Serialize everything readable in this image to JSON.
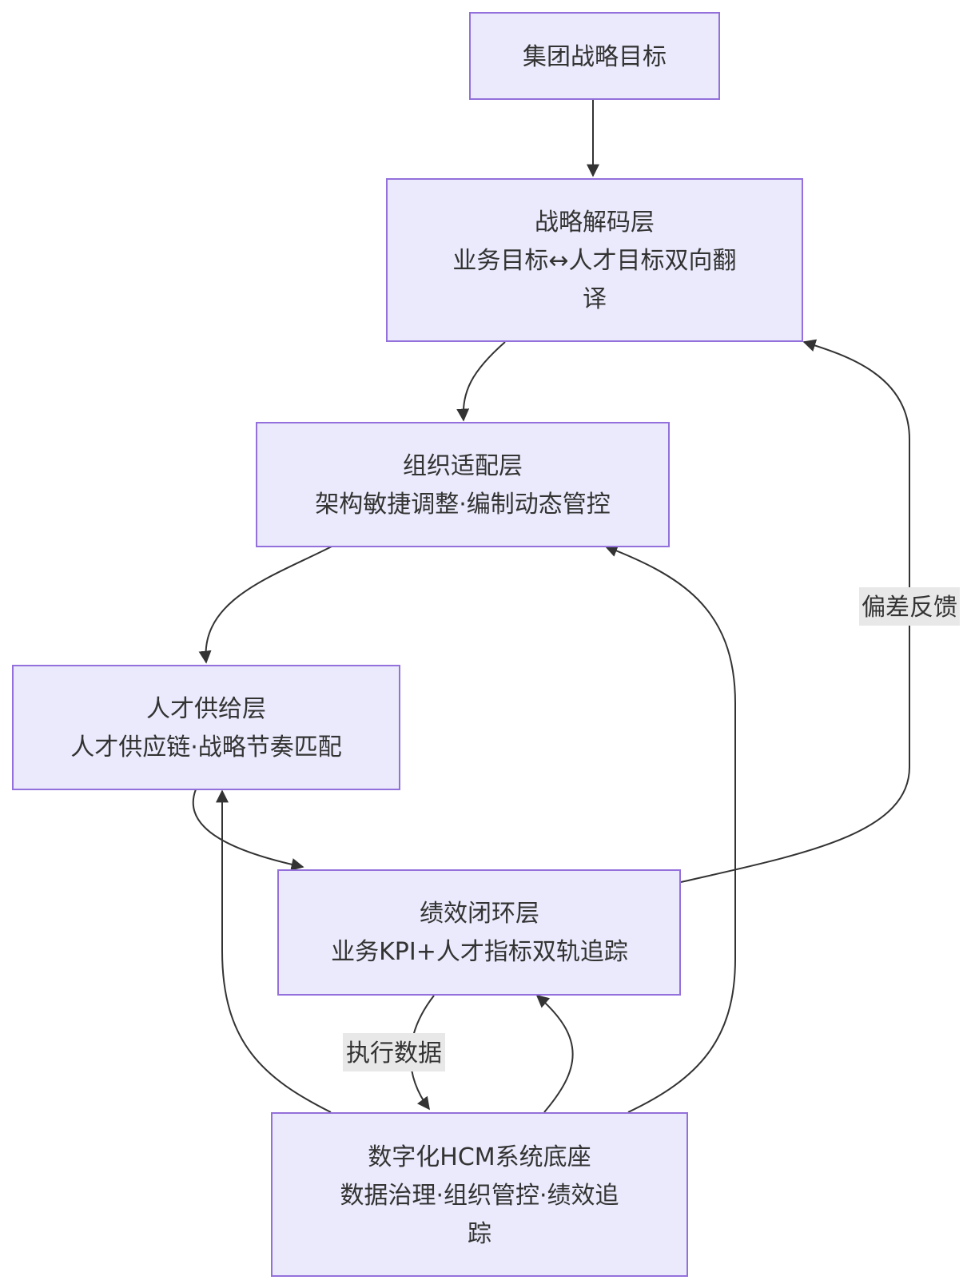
{
  "diagram": {
    "nodes": {
      "goal": {
        "lines": [
          "集团战略目标"
        ]
      },
      "decode": {
        "lines": [
          "战略解码层",
          "业务目标↔人才目标双向翻",
          "译"
        ]
      },
      "org": {
        "lines": [
          "组织适配层",
          "架构敏捷调整·编制动态管控"
        ]
      },
      "talent": {
        "lines": [
          "人才供给层",
          "人才供应链·战略节奏匹配"
        ]
      },
      "perf": {
        "lines": [
          "绩效闭环层",
          "业务KPI+人才指标双轨追踪"
        ]
      },
      "hcm": {
        "lines": [
          "数字化HCM系统底座",
          "数据治理·组织管控·绩效追",
          "踪"
        ]
      }
    },
    "edge_labels": {
      "feedback": "偏差反馈",
      "execution": "执行数据"
    },
    "colors": {
      "node_fill": "#eaeafc",
      "node_stroke": "#9370db",
      "edge": "#333333",
      "label_bg": "#e8e8e8"
    }
  }
}
